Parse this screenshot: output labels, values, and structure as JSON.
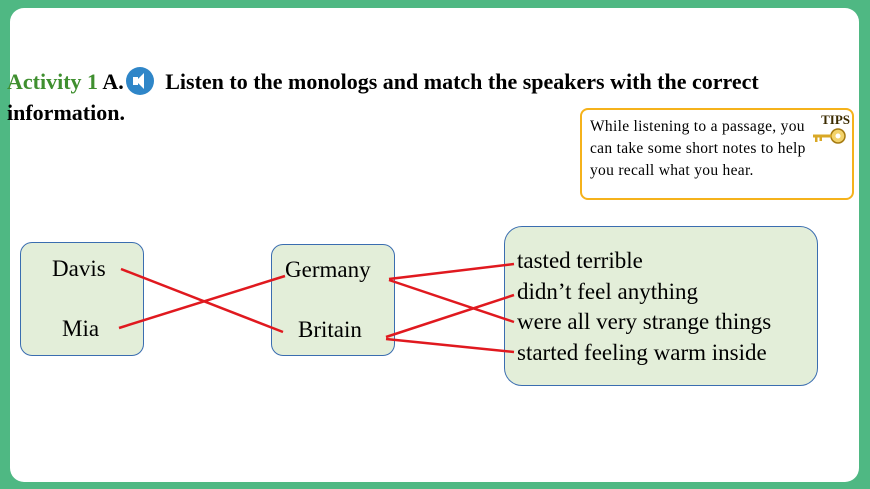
{
  "heading": {
    "activity": "Activity 1",
    "part": "A.",
    "instruction": "Listen to the monologs and match the speakers with the correct information."
  },
  "tips": {
    "badge": "TIPS",
    "text": "While listening to a passage, you can take some short notes to help you recall what you hear."
  },
  "speakers": [
    "Davis",
    "Mia"
  ],
  "countries": [
    "Germany",
    "Britain"
  ],
  "feelings": [
    "tasted terrible",
    "didn’t feel anything",
    "were all very strange things",
    "started feeling warm inside"
  ],
  "colors": {
    "background": "#4fb883",
    "line": "#e0191f",
    "box_fill": "#e3eed9",
    "box_border": "#3a6db0",
    "tips_border": "#f5b21b",
    "activity": "#3f8f2f"
  }
}
